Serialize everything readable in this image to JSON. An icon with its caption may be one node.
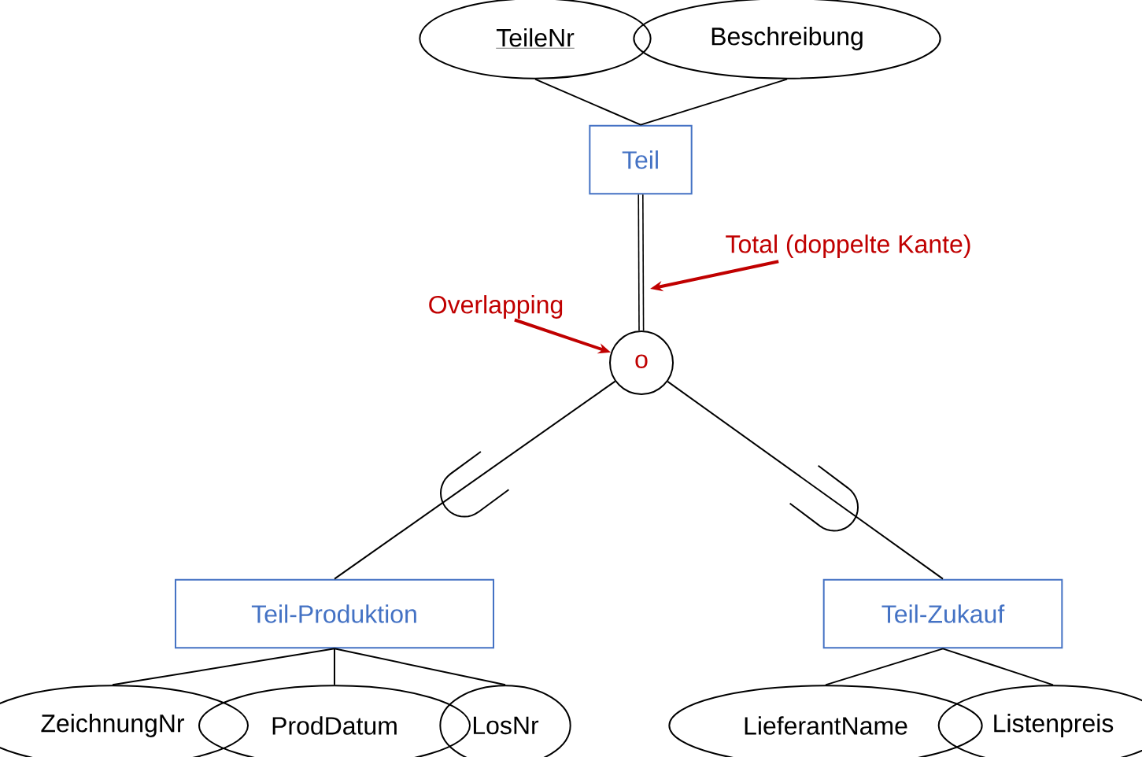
{
  "diagram": {
    "nodes": [
      {
        "text": [
          "TeileNr"
        ]
      },
      {
        "text": [
          "Beschreibung"
        ]
      },
      {
        "text": [
          "Teil"
        ]
      },
      {
        "text": [
          "o"
        ]
      },
      {
        "text": [
          "Teil-Produktion"
        ]
      },
      {
        "text": [
          "Teil-Zukauf"
        ]
      },
      {
        "text": [
          "ZeichnungNr"
        ]
      },
      {
        "text": [
          "ProdDatum"
        ]
      },
      {
        "text": [
          "LosNr"
        ]
      },
      {
        "text": [
          "LieferantName"
        ]
      },
      {
        "text": [
          "Listenpreis"
        ]
      },
      {
        "text": [
          "Overlapping"
        ]
      },
      {
        "text": [
          "Total (doppelte Kante)"
        ]
      }
    ],
    "edges": [
      {
        "from": 0,
        "to": 2,
        "arrow": "none"
      },
      {
        "from": 1,
        "to": 2,
        "arrow": "none"
      },
      {
        "from": 2,
        "to": 3,
        "arrow": "none",
        "style": "thick"
      },
      {
        "from": 3,
        "to": 4,
        "arrow": "none"
      },
      {
        "from": 3,
        "to": 5,
        "arrow": "none"
      },
      {
        "from": 4,
        "to": 6,
        "arrow": "none"
      },
      {
        "from": 4,
        "to": 7,
        "arrow": "none"
      },
      {
        "from": 4,
        "to": 8,
        "arrow": "none"
      },
      {
        "from": 5,
        "to": 9,
        "arrow": "none"
      },
      {
        "from": 5,
        "to": 10,
        "arrow": "none"
      },
      {
        "from": 11,
        "to": 3,
        "arrow": "to",
        "color": "#c00000"
      },
      {
        "from": 12,
        "to": null,
        "arrow": "to",
        "color": "#c00000"
      }
    ]
  }
}
